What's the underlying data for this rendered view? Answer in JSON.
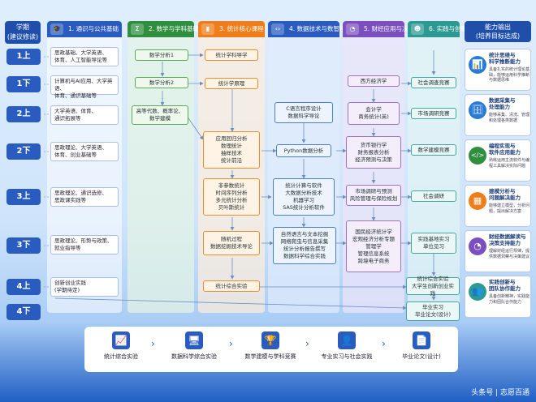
{
  "semester_header": "学期\n(建议修读)",
  "semesters": [
    "1上",
    "1下",
    "2上",
    "2下",
    "3上",
    "3下",
    "4上",
    "4下"
  ],
  "columns": [
    {
      "num": "1",
      "title": "通识与公共基础",
      "color": "#2a5cc0"
    },
    {
      "num": "2",
      "title": "数学与学科基础",
      "color": "#2f8f3f"
    },
    {
      "num": "3",
      "title": "统计核心课程",
      "color": "#ef7d1a"
    },
    {
      "num": "4",
      "title": "数据技术与数智拓展",
      "color": "#2a5cc0"
    },
    {
      "num": "5",
      "title": "财经应用与决策分析",
      "color": "#7b4fbf"
    },
    {
      "num": "6",
      "title": "实践与创新",
      "color": "#2c9a93"
    }
  ],
  "col1": [
    "思政基础、大学英语、\n体育、人工智能导论等",
    "计算机与AI应用、大学英语、\n体育、通识基础等",
    "大学英语、体育、\n通识拓展等",
    "思政理论、大学英语、\n体育、创业基础等",
    "思政理论、通识选修、\n思政课实践等",
    "思政理论、形势与政策、\n就业指导等",
    "创新创业实践\n(学期待定)"
  ],
  "col2": [
    "数学分析1",
    "数学分析2",
    "高等代数、概率论、\n数学建模"
  ],
  "col3": [
    "统计学科导学",
    "统计学原理",
    "应用回归分析\n数理统计\n抽样技术\n统计前沿",
    "非参数统计\n时间序列分析\n多元统计分析\n贝叶斯统计",
    "随机过程\n数据挖掘技术导论",
    "统计综合实验"
  ],
  "col4": [
    "C语言程序设计\n数据科学导论",
    "Python数据分析",
    "统计计算与软件\n大数据分析技术\n机器学习\nSAS统计分析软件",
    "自然语言与文本挖掘\n网络爬虫与信息采集\n统计分析报告撰写\n数据科学综合实践"
  ],
  "col5": [
    "西方经济学",
    "会计学\n商务统计(英)",
    "货币银行学\n财务报表分析\n经济预测与决策",
    "市场调研与预测\n风险管理与保险规划",
    "国民经济统计学\n宏观经济分析专题\n管理学\n管理信息系统\n跨境电子商务"
  ],
  "col6": [
    "社会调查竞赛",
    "市场调研竞赛",
    "数学建模竞赛",
    "社会调研",
    "实践基地实习\n单位见习",
    "统计综合实验\n大学生创新创业实践",
    "毕业实习\n毕业论文(设计)"
  ],
  "right_panel": {
    "header": "能力输出\n(培养目标达成)",
    "items": [
      {
        "icon": "📊",
        "color": "#2a7bd8",
        "title": "统计思维与\n科学推断能力",
        "desc": "具备扎实的统计理论基础，能够运用科学推断与数据思维"
      },
      {
        "icon": "🗄",
        "color": "#2a7bd8",
        "title": "数据采集与\n处理能力",
        "desc": "能够采集、清洗、管理和处理各类数据"
      },
      {
        "icon": "</>",
        "color": "#2f8f3f",
        "title": "编程实现与\n软件应用能力",
        "desc": "熟练运用主流软件与编程工具解决实际问题"
      },
      {
        "icon": "▦",
        "color": "#ef7d1a",
        "title": "建模分析与\n问题解决能力",
        "desc": "能够建立模型，分析问题，提出解决方案"
      },
      {
        "icon": "◔",
        "color": "#7b4fbf",
        "title": "财经数据解读与\n决策支持能力",
        "desc": "理解财经运行规律，提供数据洞察与决策建议"
      },
      {
        "icon": "👥",
        "color": "#2c9a93",
        "title": "实践创新与\n团队协作能力",
        "desc": "具备创新精神，实践能力和团队合作能力"
      }
    ]
  },
  "bottom": [
    {
      "icon": "📈",
      "label": "统计综合实验"
    },
    {
      "icon": "🖥",
      "label": "数据科学综合实验"
    },
    {
      "icon": "🏆",
      "label": "数学建模与学科竞赛"
    },
    {
      "icon": "👤",
      "label": "专业实习与社会实践"
    },
    {
      "icon": "📄",
      "label": "毕业论文(设计)"
    }
  ],
  "watermark": "头条号 | 志愿百通"
}
